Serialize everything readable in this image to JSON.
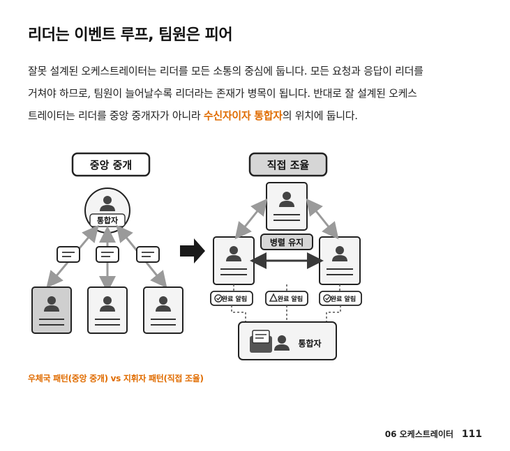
{
  "heading": "리더는 이벤트 루프, 팀원은 피어",
  "paragraph": {
    "line1": "잘못 설계된 오케스트레이터는 리더를 모든 소통의 중심에 둡니다. 모든 요청과 응답이 리더를",
    "line2": "거쳐야 하므로, 팀원이 늘어날수록 리더라는 존재가 병목이 됩니다. 반대로 잘 설계된 오케스",
    "line3_before": "트레이터는 리더를 중앙 중개자가 아니라 ",
    "line3_highlight": "수신자이자 통합자",
    "line3_after": "의 위치에 둡니다."
  },
  "diagram": {
    "left_label": "중앙 중개",
    "right_label": "직접 조율",
    "hub_label": "통합자",
    "peer_label": "병렬 유지",
    "notice_1": "완료 알림",
    "notice_2": "완료 알림",
    "notice_3": "완료 알림",
    "receiver_label": "통합자"
  },
  "caption": "우체국 패턴(중앙 중개) vs 지휘자 패턴(직접 조율)",
  "footer": {
    "chapter": "06 오케스트레이터",
    "page": "111"
  },
  "colors": {
    "accent": "#e06c00",
    "card_fill": "#f4f4f4",
    "card_dark": "#cfcfcf",
    "stroke": "#2a2a2a"
  }
}
